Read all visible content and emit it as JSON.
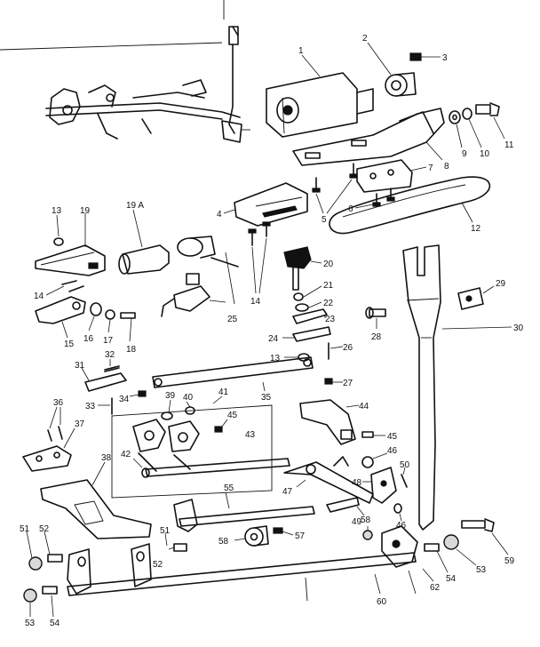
{
  "callouts": [
    {
      "id": "c1",
      "text": "1"
    },
    {
      "id": "c2",
      "text": "2"
    },
    {
      "id": "c3",
      "text": "3"
    },
    {
      "id": "c4",
      "text": "4"
    },
    {
      "id": "c5",
      "text": "5"
    },
    {
      "id": "c6",
      "text": "6"
    },
    {
      "id": "c7",
      "text": "7"
    },
    {
      "id": "c8",
      "text": "8"
    },
    {
      "id": "c9",
      "text": "9"
    },
    {
      "id": "c10",
      "text": "10"
    },
    {
      "id": "c11",
      "text": "11"
    },
    {
      "id": "c12",
      "text": "12"
    },
    {
      "id": "c13a",
      "text": "13"
    },
    {
      "id": "c13b",
      "text": "13"
    },
    {
      "id": "c14a",
      "text": "14"
    },
    {
      "id": "c14b",
      "text": "14"
    },
    {
      "id": "c15",
      "text": "15"
    },
    {
      "id": "c16",
      "text": "16"
    },
    {
      "id": "c17",
      "text": "17"
    },
    {
      "id": "c18",
      "text": "18"
    },
    {
      "id": "c19",
      "text": "19"
    },
    {
      "id": "c19a",
      "text": "19 A"
    },
    {
      "id": "c20",
      "text": "20"
    },
    {
      "id": "c21",
      "text": "21"
    },
    {
      "id": "c22",
      "text": "22"
    },
    {
      "id": "c23",
      "text": "23"
    },
    {
      "id": "c24",
      "text": "24"
    },
    {
      "id": "c25",
      "text": "25"
    },
    {
      "id": "c26",
      "text": "26"
    },
    {
      "id": "c27",
      "text": "27"
    },
    {
      "id": "c28",
      "text": "28"
    },
    {
      "id": "c29",
      "text": "29"
    },
    {
      "id": "c30",
      "text": "30"
    },
    {
      "id": "c31",
      "text": "31"
    },
    {
      "id": "c32",
      "text": "32"
    },
    {
      "id": "c33",
      "text": "33"
    },
    {
      "id": "c34",
      "text": "34"
    },
    {
      "id": "c35",
      "text": "35"
    },
    {
      "id": "c36",
      "text": "36"
    },
    {
      "id": "c37",
      "text": "37"
    },
    {
      "id": "c38",
      "text": "38"
    },
    {
      "id": "c39",
      "text": "39"
    },
    {
      "id": "c40",
      "text": "40"
    },
    {
      "id": "c41",
      "text": "41"
    },
    {
      "id": "c42",
      "text": "42"
    },
    {
      "id": "c43",
      "text": "43"
    },
    {
      "id": "c44",
      "text": "44"
    },
    {
      "id": "c45a",
      "text": "45"
    },
    {
      "id": "c45b",
      "text": "45"
    },
    {
      "id": "c46a",
      "text": "46"
    },
    {
      "id": "c46b",
      "text": "46"
    },
    {
      "id": "c47",
      "text": "47"
    },
    {
      "id": "c48",
      "text": "48"
    },
    {
      "id": "c49",
      "text": "49"
    },
    {
      "id": "c50",
      "text": "50"
    },
    {
      "id": "c51a",
      "text": "51"
    },
    {
      "id": "c51b",
      "text": "51"
    },
    {
      "id": "c52a",
      "text": "52"
    },
    {
      "id": "c52b",
      "text": "52"
    },
    {
      "id": "c53a",
      "text": "53"
    },
    {
      "id": "c53b",
      "text": "53"
    },
    {
      "id": "c54a",
      "text": "54"
    },
    {
      "id": "c54b",
      "text": "54"
    },
    {
      "id": "c55",
      "text": "55"
    },
    {
      "id": "c57",
      "text": "57"
    },
    {
      "id": "c58a",
      "text": "58"
    },
    {
      "id": "c58b",
      "text": "58"
    },
    {
      "id": "c59",
      "text": "59"
    },
    {
      "id": "c60",
      "text": "60"
    },
    {
      "id": "c62",
      "text": "62"
    }
  ]
}
